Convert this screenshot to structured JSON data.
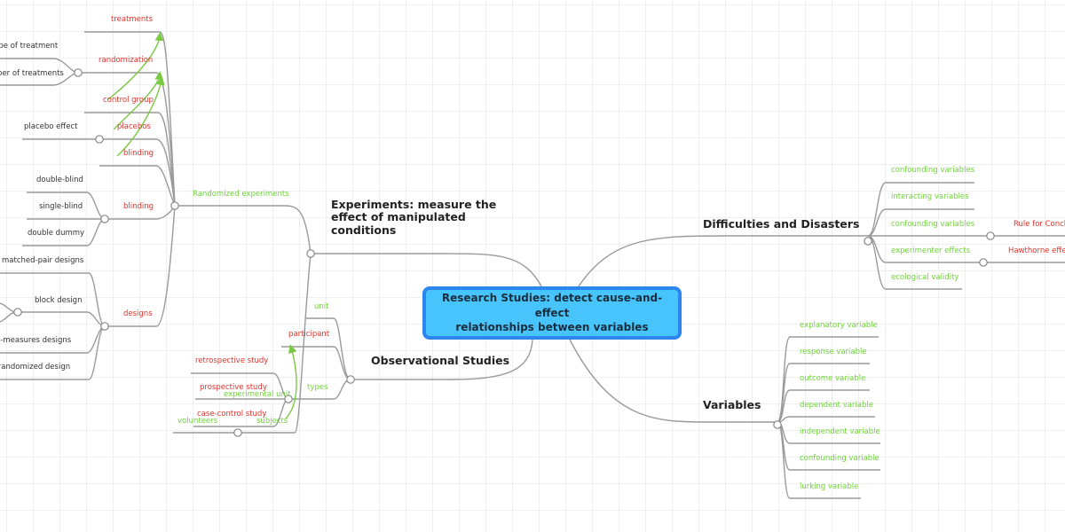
{
  "central_topic": {
    "line1": "Research Studies: detect cause-and-effect",
    "line2": "relationships between variables"
  },
  "experiments": {
    "title_line1": "Experiments: measure the",
    "title_line2": "effect of manipulated",
    "title_line3": "conditions",
    "randomized_experiments": "Randomized experiments",
    "treatments": "treatments",
    "randomization": "randomization",
    "type_of_treatment": "type of treatment",
    "number_of_treatments": "number of treatments",
    "control_group": "control group",
    "placebos": "placebos",
    "placebo_effect": "placebo effect",
    "blinding_top": "blinding",
    "blinding": "blinding",
    "double_blind": "double-blind",
    "single_blind": "single-blind",
    "double_dummy": "double dummy",
    "designs": "designs",
    "matched_pair": "matched-pair designs",
    "block_design": "block design",
    "repeated_measures": "repeated-measures designs",
    "completely_randomized": "completely randomized design"
  },
  "observational": {
    "title": "Observational Studies",
    "unit": "unit",
    "participant": "participant",
    "types": "types",
    "retrospective": "retrospective study",
    "prospective": "prospective study",
    "case_control": "case-control study",
    "experimental_unit": "experimental unit",
    "subjects": "subjects",
    "volunteers": "volunteers"
  },
  "difficulties": {
    "title": "Difficulties and Disasters",
    "confounding_1": "confounding variables",
    "interacting": "interacting variables",
    "confounding_2": "confounding variables",
    "experimenter_effects": "experimenter effects",
    "ecological_validity": "ecological validity",
    "rule_for_conclusions": "Rule for Conclusions",
    "hawthorne_effect": "Hawthorne effect"
  },
  "variables": {
    "title": "Variables",
    "items": [
      "explanatory variable",
      "response variable",
      "outcome variable",
      "dependent variable",
      "independent variable",
      "confounding variable",
      "lurking variable"
    ]
  },
  "colors": {
    "central_fill": "#46c4fb",
    "central_border": "#2d86f0",
    "connector": "#9a9a9a",
    "green_text": "#6fd33a",
    "red_text": "#e0332c",
    "relationship_arrow": "#7ac943"
  }
}
